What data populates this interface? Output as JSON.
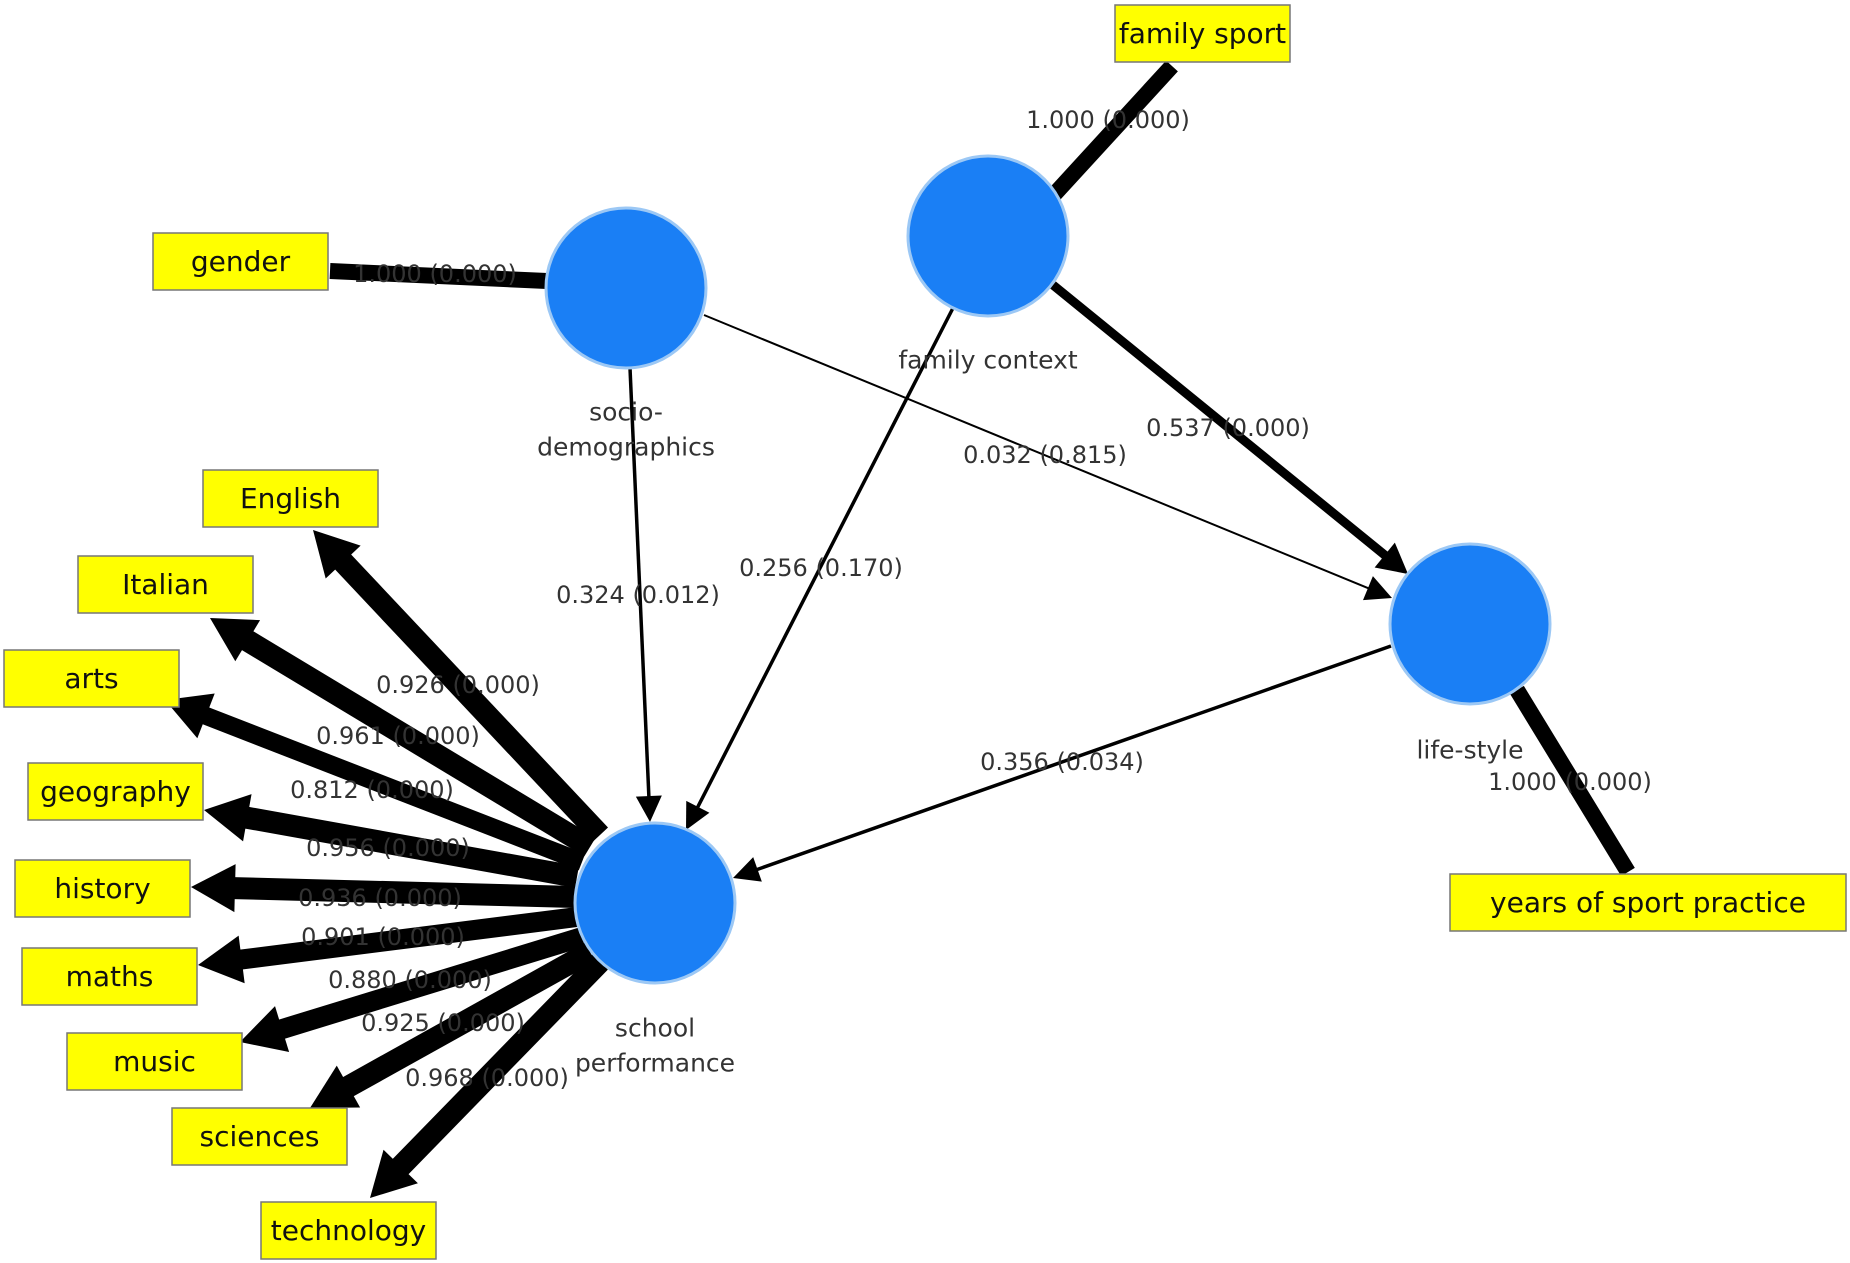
{
  "colors": {
    "latent_fill": "#1a7ff5",
    "latent_stroke": "#9cc8f5",
    "indicator_fill": "#ffff00",
    "indicator_stroke": "#777777",
    "edge": "#000000",
    "background": "#ffffff"
  },
  "constructs": [
    {
      "id": "socio",
      "label_lines": [
        "socio-",
        "demographics"
      ]
    },
    {
      "id": "family",
      "label_lines": [
        "family context"
      ]
    },
    {
      "id": "school",
      "label_lines": [
        "school",
        "performance"
      ]
    },
    {
      "id": "lifestyle",
      "label_lines": [
        "life-style"
      ]
    }
  ],
  "indicators": [
    {
      "id": "family_sport",
      "label": "family sport",
      "construct": "family"
    },
    {
      "id": "gender",
      "label": "gender",
      "construct": "socio"
    },
    {
      "id": "English",
      "label": "English",
      "construct": "school"
    },
    {
      "id": "Italian",
      "label": "Italian",
      "construct": "school"
    },
    {
      "id": "arts",
      "label": "arts",
      "construct": "school"
    },
    {
      "id": "geography",
      "label": "geography",
      "construct": "school"
    },
    {
      "id": "history",
      "label": "history",
      "construct": "school"
    },
    {
      "id": "maths",
      "label": "maths",
      "construct": "school"
    },
    {
      "id": "music",
      "label": "music",
      "construct": "school"
    },
    {
      "id": "sciences",
      "label": "sciences",
      "construct": "school"
    },
    {
      "id": "technology",
      "label": "technology",
      "construct": "school"
    },
    {
      "id": "years",
      "label": "years of sport practice",
      "construct": "lifestyle"
    }
  ],
  "loadings": [
    {
      "construct": "family",
      "indicator": "family_sport",
      "value": 1.0,
      "p": 0.0,
      "label": "1.000 (0.000)",
      "arrow": false
    },
    {
      "construct": "socio",
      "indicator": "gender",
      "value": 1.0,
      "p": 0.0,
      "label": "1.000 (0.000)",
      "arrow": false
    },
    {
      "construct": "lifestyle",
      "indicator": "years",
      "value": 1.0,
      "p": 0.0,
      "label": "1.000 (0.000)",
      "arrow": false
    },
    {
      "construct": "school",
      "indicator": "English",
      "value": 0.926,
      "p": 0.0,
      "label": "0.926 (0.000)",
      "arrow": true
    },
    {
      "construct": "school",
      "indicator": "Italian",
      "value": 0.961,
      "p": 0.0,
      "label": "0.961 (0.000)",
      "arrow": true
    },
    {
      "construct": "school",
      "indicator": "arts",
      "value": 0.812,
      "p": 0.0,
      "label": "0.812 (0.000)",
      "arrow": true
    },
    {
      "construct": "school",
      "indicator": "geography",
      "value": 0.956,
      "p": 0.0,
      "label": "0.956 (0.000)",
      "arrow": true
    },
    {
      "construct": "school",
      "indicator": "history",
      "value": 0.936,
      "p": 0.0,
      "label": "0.936 (0.000)",
      "arrow": true
    },
    {
      "construct": "school",
      "indicator": "maths",
      "value": 0.901,
      "p": 0.0,
      "label": "0.901 (0.000)",
      "arrow": true
    },
    {
      "construct": "school",
      "indicator": "music",
      "value": 0.88,
      "p": 0.0,
      "label": "0.880 (0.000)",
      "arrow": true
    },
    {
      "construct": "school",
      "indicator": "sciences",
      "value": 0.925,
      "p": 0.0,
      "label": "0.925 (0.000)",
      "arrow": true
    },
    {
      "construct": "school",
      "indicator": "technology",
      "value": 0.968,
      "p": 0.0,
      "label": "0.968 (0.000)",
      "arrow": true
    }
  ],
  "paths": [
    {
      "from": "socio",
      "to": "school",
      "value": 0.324,
      "p": 0.012,
      "label": "0.324 (0.012)"
    },
    {
      "from": "family",
      "to": "school",
      "value": 0.256,
      "p": 0.17,
      "label": "0.256 (0.170)"
    },
    {
      "from": "socio",
      "to": "lifestyle",
      "value": 0.032,
      "p": 0.815,
      "label": "0.032 (0.815)"
    },
    {
      "from": "family",
      "to": "lifestyle",
      "value": 0.537,
      "p": 0.0,
      "label": "0.537 (0.000)"
    },
    {
      "from": "lifestyle",
      "to": "school",
      "value": 0.356,
      "p": 0.034,
      "label": "0.356 (0.034)"
    }
  ]
}
